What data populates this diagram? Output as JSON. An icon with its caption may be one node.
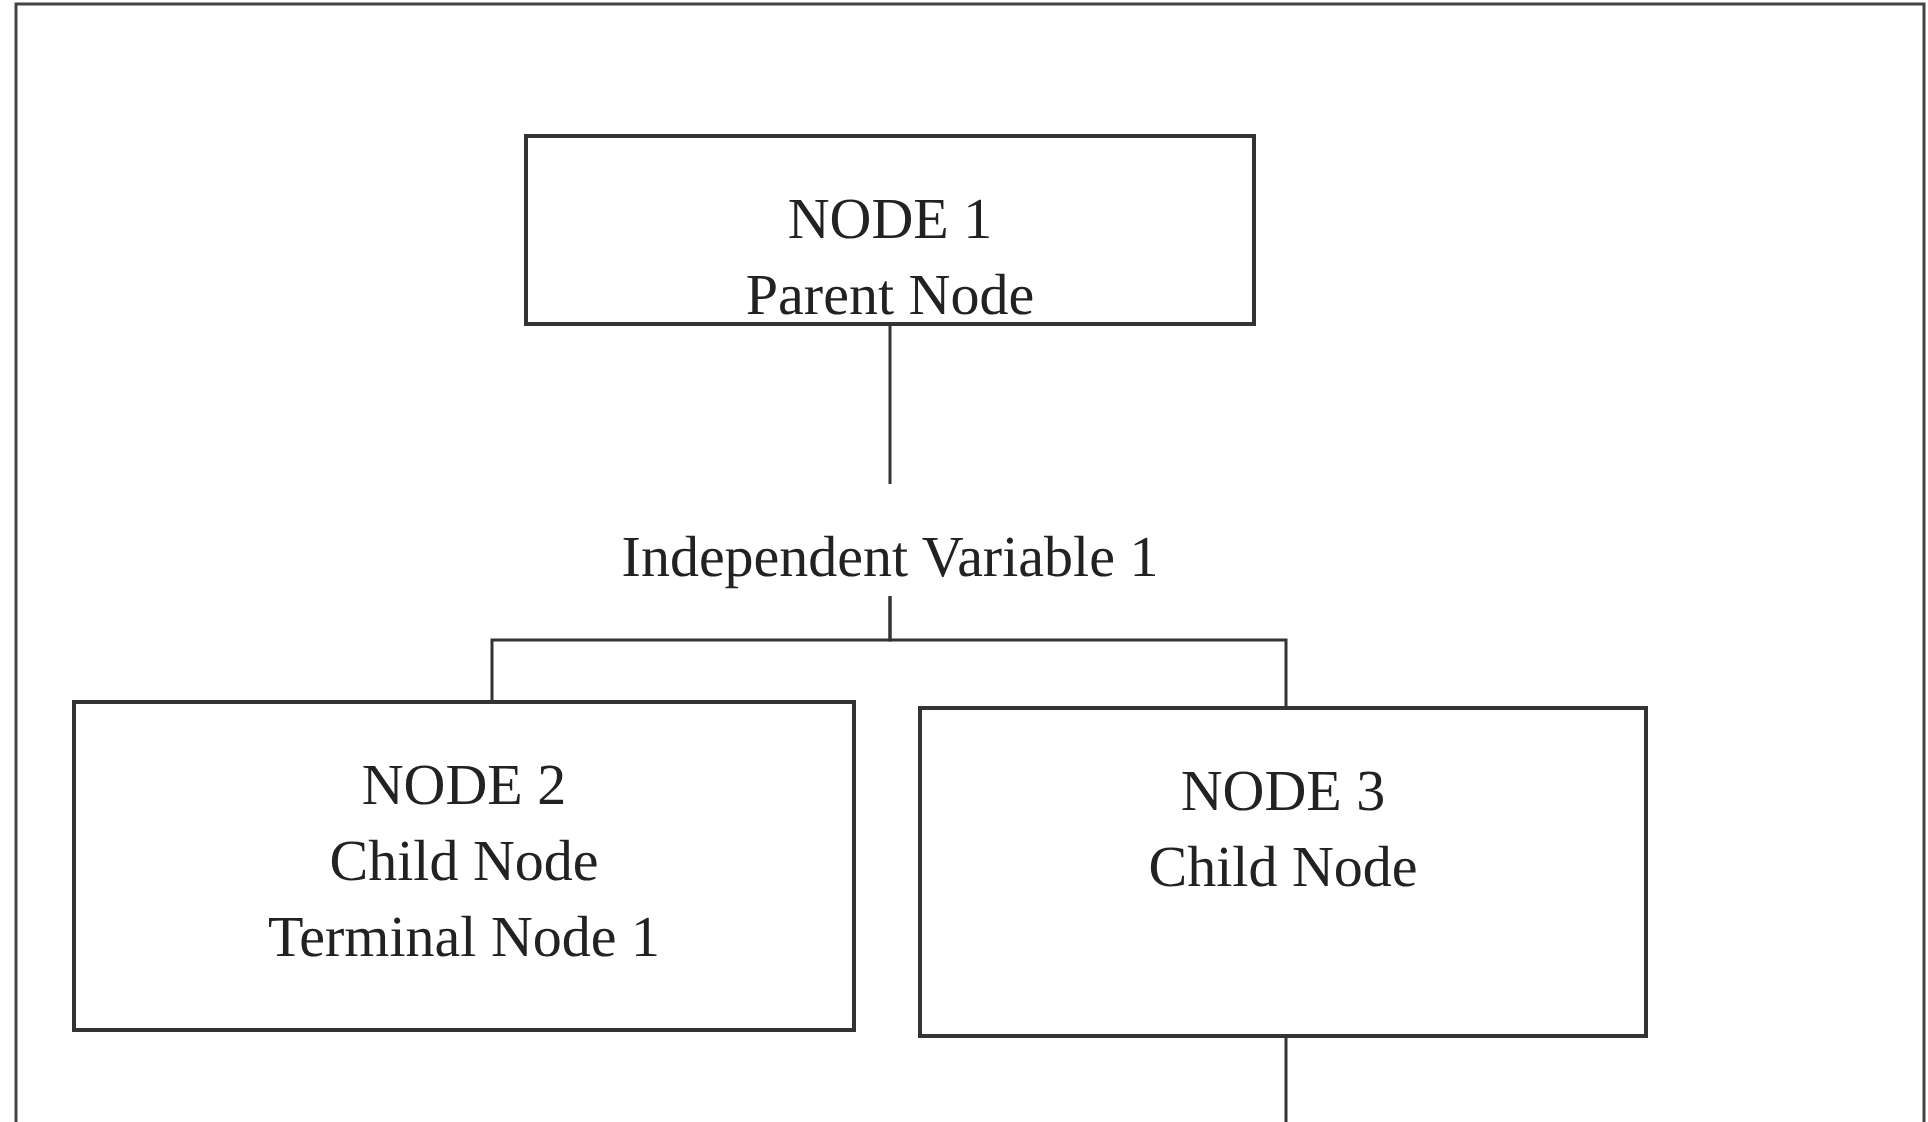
{
  "diagram": {
    "nodes": [
      {
        "text": [
          "NODE 1",
          "Parent Node"
        ]
      },
      {
        "text": [
          "Independent Variable 1"
        ]
      },
      {
        "text": [
          "NODE 2",
          "Child Node",
          "Terminal Node 1"
        ]
      },
      {
        "text": [
          "NODE 3",
          "Child Node"
        ]
      }
    ],
    "edges": [
      {
        "from": 0,
        "to": 1,
        "arrow": "none"
      },
      {
        "from": 1,
        "to": 2,
        "arrow": "none"
      },
      {
        "from": 1,
        "to": 3,
        "arrow": "none"
      },
      {
        "from": 3,
        "to": null,
        "arrow": "none"
      }
    ]
  }
}
